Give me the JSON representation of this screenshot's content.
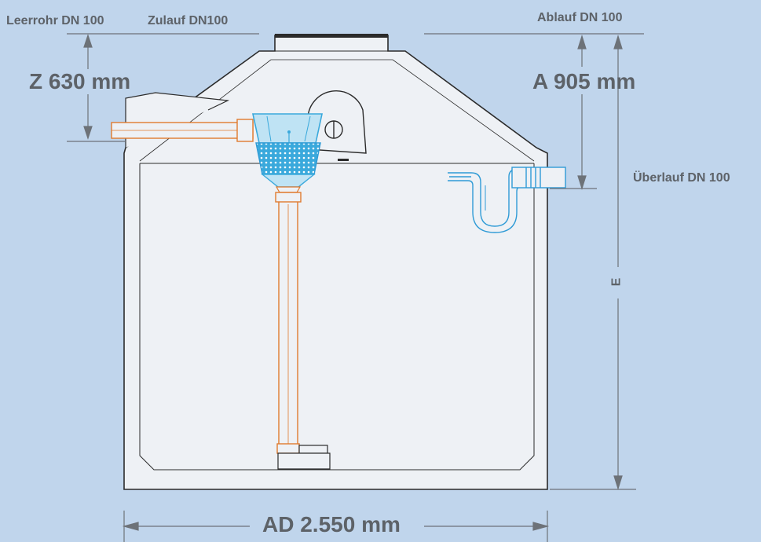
{
  "labels": {
    "leerrohr": "Leerrohr DN 100",
    "zulauf": "Zulauf DN100",
    "ablauf": "Ablauf DN 100",
    "z_dim": "Z 630 mm",
    "a_dim": "A 905 mm",
    "ueberlauf": "Überlauf DN 100",
    "e_dim": "E",
    "ad_dim": "AD 2.550 mm"
  },
  "colors": {
    "background": "#c0d5ec",
    "tank_fill": "#eef1f5",
    "outline": "#2b2b2b",
    "pipe_orange": "#e07a2e",
    "filter_blue": "#3aa9dc",
    "overflow_blue": "#2f9bd6",
    "dimension_line": "#6d7278",
    "label_text": "#5d6268"
  }
}
